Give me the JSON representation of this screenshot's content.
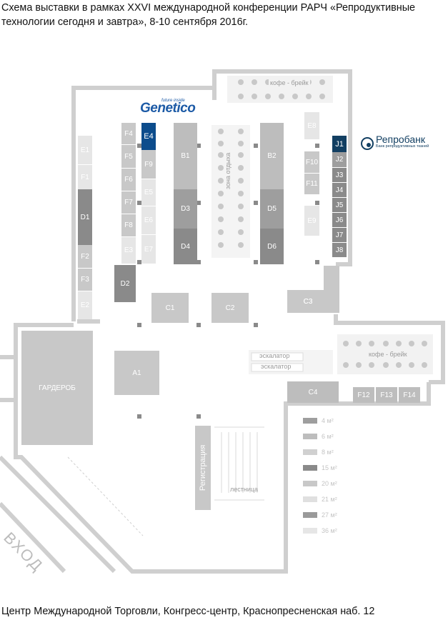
{
  "title": "Схема выставки в рамках XXVI международной конференции РАРЧ «Репродуктивные технологии сегодня и завтра», 8-10 сентября 2016г.",
  "footer": "Центр Международной Торговли, Конгресс-центр, Краснопресненская наб. 12",
  "sponsors": {
    "genetico": {
      "tagline": "future inside",
      "name": "Genetico",
      "color": "#1c5aa6"
    },
    "reprobank": {
      "name": "Репробанк",
      "subtitle": "Банк репродуктивных тканей",
      "color": "#123f62"
    }
  },
  "zones": {
    "coffee1": "кофе - брейк",
    "coffee2": "кофе - брейк",
    "rest": "зона отдыха",
    "wardrobe": "ГАРДЕРОБ",
    "registration": "Регистрация",
    "stairs": "лестница",
    "escalator1": "эскалатор",
    "escalator2": "эскалатор",
    "entrance": "ВХОД"
  },
  "booths": {
    "E1": "E1",
    "F1": "F1",
    "D1": "D1",
    "F2": "F2",
    "F3": "F3",
    "E2": "E2",
    "F4": "F4",
    "F5": "F5",
    "F6": "F6",
    "F7": "F7",
    "F8": "F8",
    "E3": "E3",
    "E4": "E4",
    "F9": "F9",
    "E5": "E5",
    "E6": "E6",
    "E7": "E7",
    "B1": "B1",
    "D3": "D3",
    "D4": "D4",
    "B2": "B2",
    "D5": "D5",
    "D6": "D6",
    "D2": "D2",
    "C1": "C1",
    "C2": "C2",
    "C3": "C3",
    "C4": "C4",
    "E8": "E8",
    "F10": "F10",
    "F11": "F11",
    "E9": "E9",
    "J1": "J1",
    "J2": "J2",
    "J3": "J3",
    "J4": "J4",
    "J5": "J5",
    "J6": "J6",
    "J7": "J7",
    "J8": "J8",
    "A1": "A1",
    "F12": "F12",
    "F13": "F13",
    "F14": "F14"
  },
  "legend": [
    {
      "label": "4 м²",
      "color": "#9e9e9e"
    },
    {
      "label": "6 м²",
      "color": "#bdbdbd"
    },
    {
      "label": "8 м²",
      "color": "#d0d0d0"
    },
    {
      "label": "15 м²",
      "color": "#8a8a8a"
    },
    {
      "label": "20 м²",
      "color": "#c8c8c8"
    },
    {
      "label": "21 м²",
      "color": "#e0e0e0"
    },
    {
      "label": "27 м²",
      "color": "#9a9a9a"
    },
    {
      "label": "36 м²",
      "color": "#e6e6e6"
    }
  ]
}
